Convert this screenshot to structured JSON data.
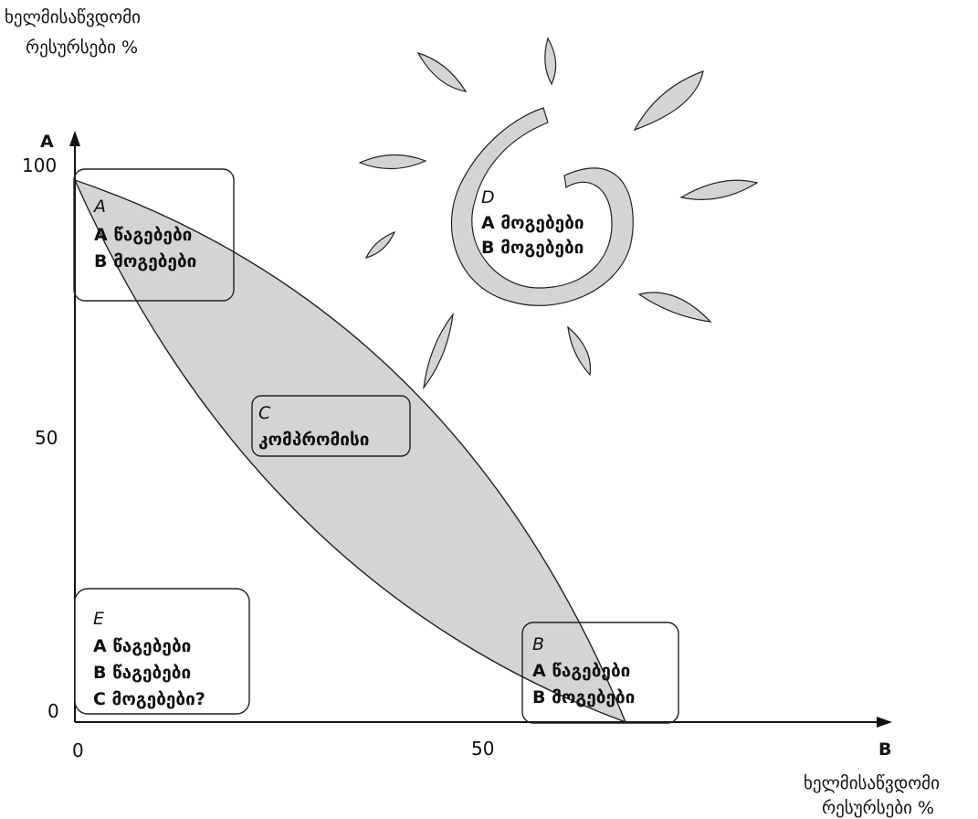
{
  "axes": {
    "y": {
      "letter": "A",
      "title_line1": "ხელმისაწვდომი",
      "title_line2": "რესურსები %",
      "ticks": [
        {
          "value": 100,
          "label": "100"
        },
        {
          "value": 50,
          "label": "50"
        },
        {
          "value": 0,
          "label": "0"
        }
      ]
    },
    "x": {
      "letter": "B",
      "title_line1": "ხელმისაწვდომი",
      "title_line2": "რესურსები %",
      "ticks": [
        {
          "value": 0,
          "label": "0"
        },
        {
          "value": 50,
          "label": "50"
        }
      ]
    }
  },
  "zones": {
    "A": {
      "letter": "A",
      "line1": "A წაგებები",
      "line2": "B მოგებები"
    },
    "B": {
      "letter": "B",
      "line1": "A წაგებები",
      "line2": "B მოგებები"
    },
    "C": {
      "letter": "C",
      "line1": "კომპრომისი"
    },
    "D": {
      "letter": "D",
      "line1": "A მოგებები",
      "line2": "B მოგებები"
    },
    "E": {
      "letter": "E",
      "line1": "A წაგებები",
      "line2": "B წაგებები",
      "line3": "C მოგებები?"
    }
  },
  "colors": {
    "shade": "#d4d4d4",
    "ink": "#222222"
  }
}
